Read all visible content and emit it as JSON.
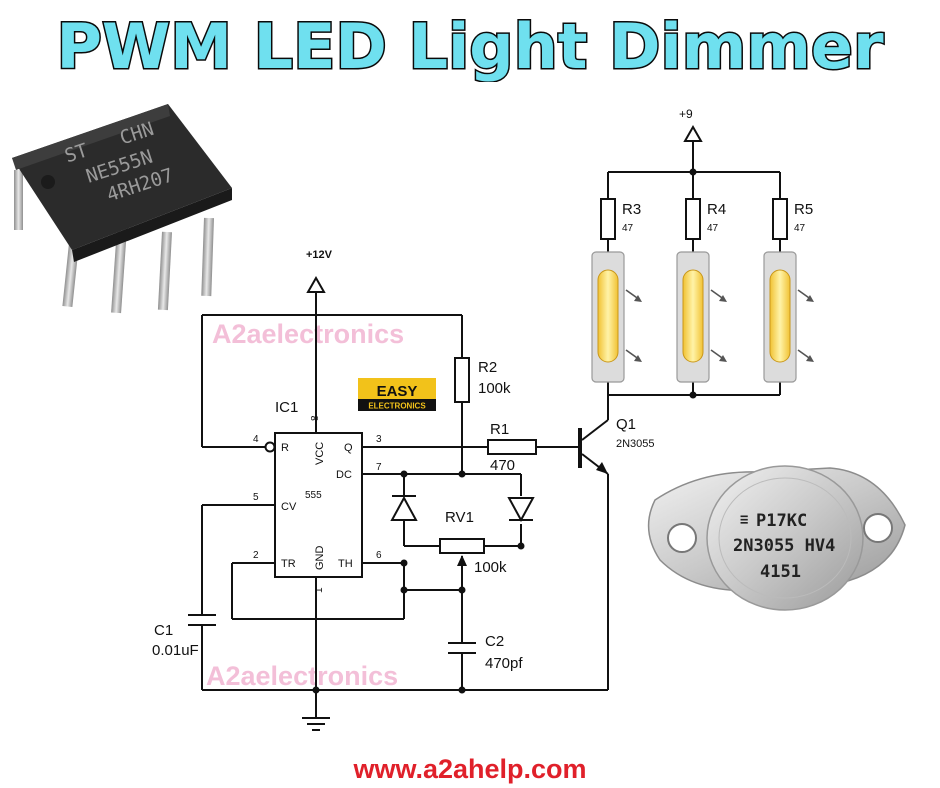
{
  "title": "PWM LED Light Dimmer",
  "supply_main": "+12V",
  "supply_led": "+9",
  "watermark": "A2aelectronics",
  "badge": {
    "line1": "EASY",
    "line2": "ELECTRONICS"
  },
  "ic": {
    "ref": "IC1",
    "part": "555",
    "pin_names": {
      "r": "R",
      "vcc": "VCC",
      "q": "Q",
      "dc": "DC",
      "cv": "CV",
      "tr": "TR",
      "gnd": "GND",
      "th": "TH"
    },
    "pin_numbers": {
      "r": "4",
      "vcc": "8",
      "q": "3",
      "dc": "7",
      "cv": "5",
      "tr": "2",
      "gnd": "1",
      "th": "6"
    },
    "chip_marking": [
      "CHN",
      "NE555N",
      "4RH207"
    ]
  },
  "components": {
    "r1": {
      "ref": "R1",
      "value": "470"
    },
    "r2": {
      "ref": "R2",
      "value": "100k"
    },
    "r3": {
      "ref": "R3",
      "value": "47"
    },
    "r4": {
      "ref": "R4",
      "value": "47"
    },
    "r5": {
      "ref": "R5",
      "value": "47"
    },
    "rv1": {
      "ref": "RV1",
      "value": "100k"
    },
    "c1": {
      "ref": "C1",
      "value": "0.01uF"
    },
    "c2": {
      "ref": "C2",
      "value": "470pf"
    },
    "q1": {
      "ref": "Q1",
      "value": "2N3055"
    }
  },
  "transistor_marking": [
    "P17KC",
    "2N3055 HV4",
    "4151"
  ],
  "colors": {
    "title_fill": "#6fe0ef",
    "title_stroke": "#0a0a0a",
    "wire": "#111111",
    "led": "#ffd24a",
    "url": "#e0202a",
    "watermark": "#f3bfd8"
  },
  "url": "www.a2ahelp.com"
}
